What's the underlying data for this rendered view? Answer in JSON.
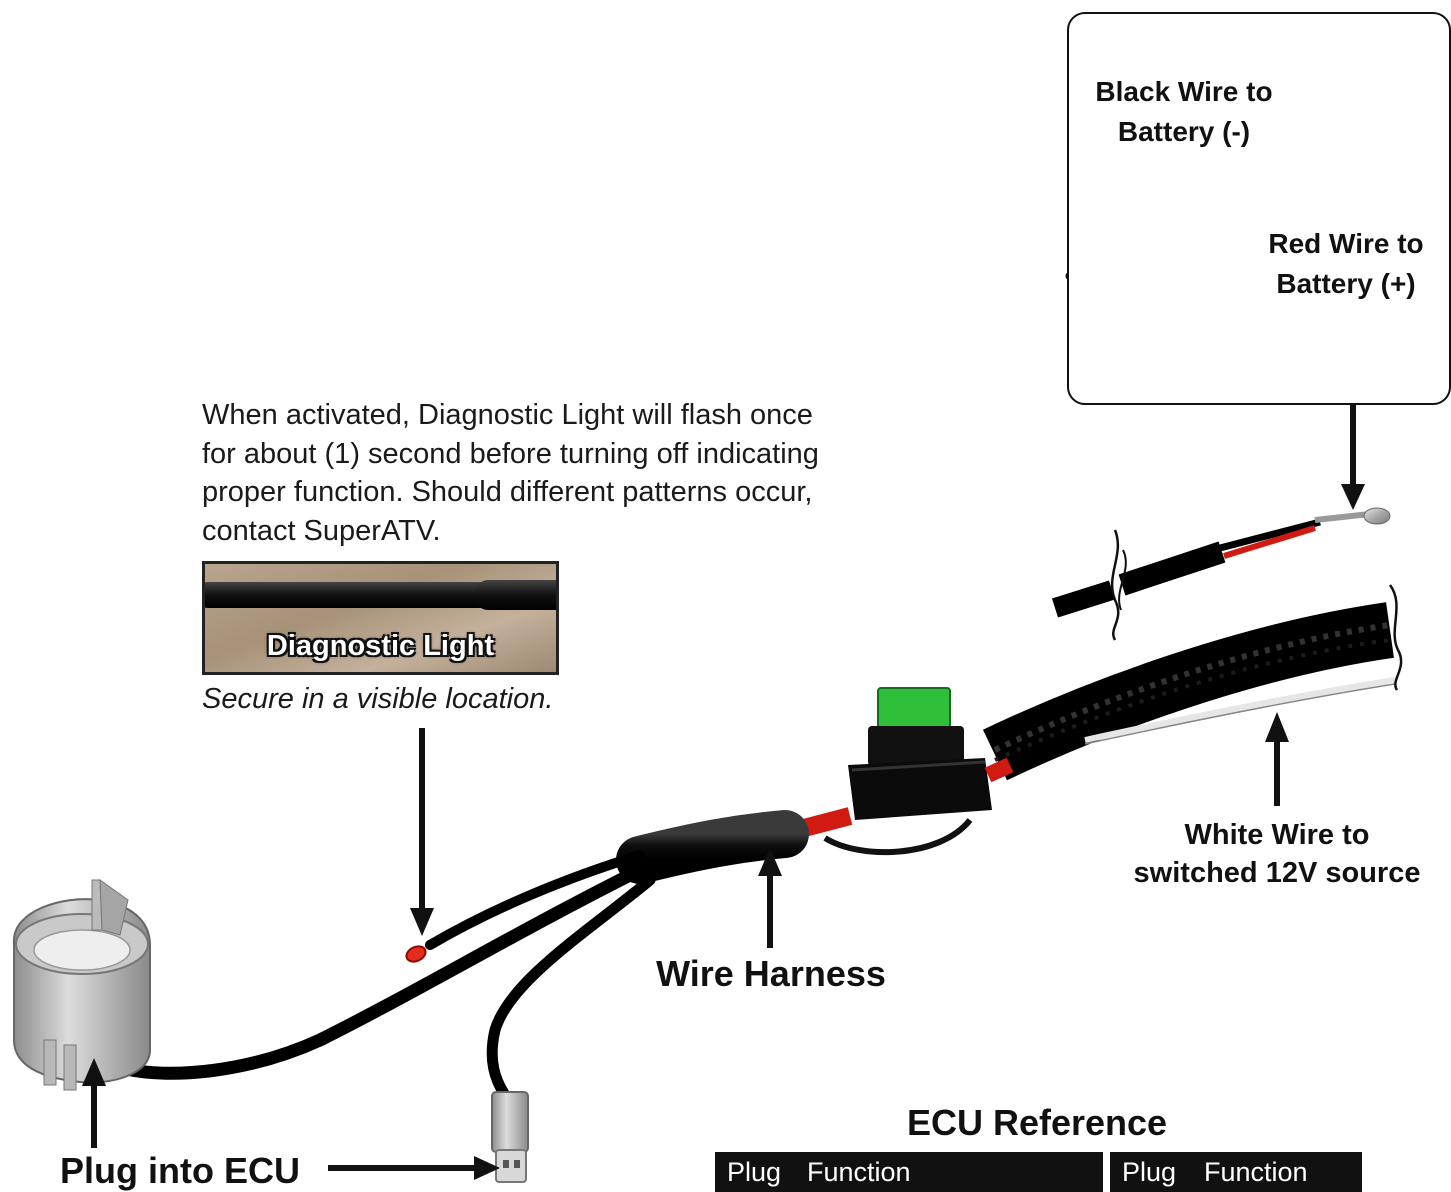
{
  "description": "When activated, Diagnostic Light will flash once for about (1) second before turning off indicating proper function. Should different patterns occur, contact SuperATV.",
  "description_lines": [
    "When activated, Diagnostic Light will flash once",
    "for about (1) second before turning off indicating",
    "proper function. Should different patterns occur,",
    "contact SuperATV."
  ],
  "photo": {
    "label": "Diagnostic Light"
  },
  "note": "Secure in a visible location.",
  "callout": {
    "black_wire": [
      "Black Wire to",
      "Battery (-)"
    ],
    "red_wire": [
      "Red Wire to",
      "Battery (+)"
    ]
  },
  "labels": {
    "white_wire": [
      "White Wire to",
      "switched 12V source"
    ],
    "wire_harness": "Wire Harness",
    "plug_ecu": "Plug into ECU"
  },
  "ecu_table": {
    "title": "ECU Reference",
    "headers": [
      {
        "plug": "Plug",
        "function": "Function"
      },
      {
        "plug": "Plug",
        "function": "Function"
      }
    ]
  },
  "colors": {
    "wire_black": "#111111",
    "wire_red": "#d11a12",
    "terminal_blue": "#1f4fc2",
    "fuse_green": "#2fbf3a",
    "connector_grey": "#a9a9a9"
  }
}
